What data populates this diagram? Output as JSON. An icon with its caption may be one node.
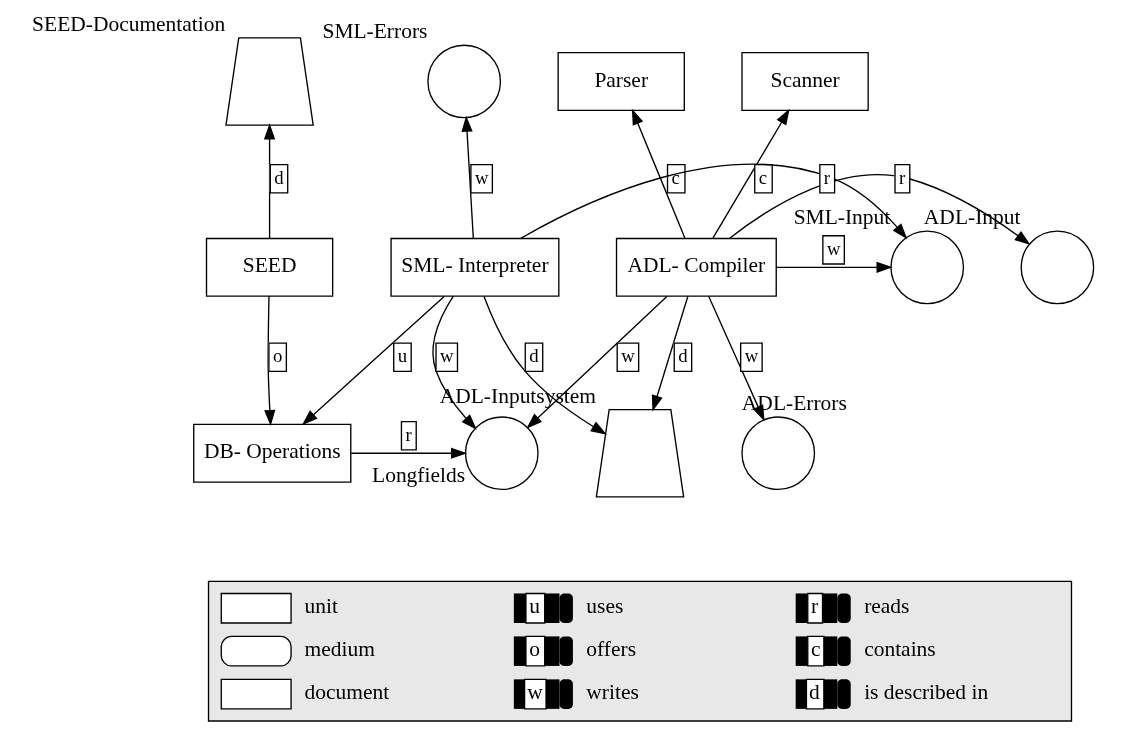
{
  "diagram": {
    "nodes": [
      {
        "text": [
          "Parser"
        ]
      },
      {
        "text": [
          "Scanner"
        ]
      },
      {
        "text": [
          "ADL-Input"
        ]
      },
      {
        "text": [
          "ADL- Compiler"
        ]
      },
      {
        "text": [
          "SML-Input"
        ]
      },
      {
        "text": [
          "SML- Interpreter"
        ]
      },
      {
        "text": [
          "SML-Errors"
        ]
      },
      {
        "text": [
          "SEED-Documentation"
        ]
      },
      {
        "text": [
          "SEED"
        ]
      },
      {
        "text": [
          "ADL-Errors"
        ]
      },
      {
        "text": [
          "ADL-Inputsystem"
        ]
      },
      {
        "text": [
          "Longfields"
        ]
      },
      {
        "text": [
          "DB- Operations"
        ]
      }
    ],
    "edges": [
      {
        "from": 3,
        "to": 0,
        "arrow": "to",
        "label": "c"
      },
      {
        "from": 3,
        "to": 1,
        "arrow": "to",
        "label": "c"
      },
      {
        "from": 3,
        "to": 2,
        "arrow": "to",
        "label": "r"
      },
      {
        "from": 3,
        "to": 4,
        "arrow": "to",
        "label": "w"
      },
      {
        "from": 5,
        "to": 4,
        "arrow": "to",
        "label": "r"
      },
      {
        "from": 5,
        "to": 6,
        "arrow": "to",
        "label": "w"
      },
      {
        "from": 8,
        "to": 7,
        "arrow": "to",
        "label": "d"
      },
      {
        "from": 3,
        "to": 9,
        "arrow": "to",
        "label": "w"
      },
      {
        "from": 3,
        "to": 10,
        "arrow": "to",
        "label": "d"
      },
      {
        "from": 3,
        "to": 11,
        "arrow": "to",
        "label": "w"
      },
      {
        "from": 5,
        "to": 10,
        "arrow": "to",
        "label": "d"
      },
      {
        "from": 5,
        "to": 11,
        "arrow": "to",
        "label": "w"
      },
      {
        "from": 5,
        "to": 12,
        "arrow": "to",
        "label": "u"
      },
      {
        "from": 8,
        "to": 12,
        "arrow": "to",
        "label": "o"
      },
      {
        "from": 12,
        "to": 11,
        "arrow": "to",
        "label": "r"
      }
    ],
    "labels": [
      "u",
      "r",
      "o",
      "c",
      "w",
      "d"
    ],
    "legend": [
      {
        "text": "unit"
      },
      {
        "text": "uses"
      },
      {
        "text": "reads"
      },
      {
        "text": "medium"
      },
      {
        "text": "offers"
      },
      {
        "text": "contains"
      },
      {
        "text": "document"
      },
      {
        "text": "writes"
      },
      {
        "text": "is described in"
      }
    ]
  }
}
